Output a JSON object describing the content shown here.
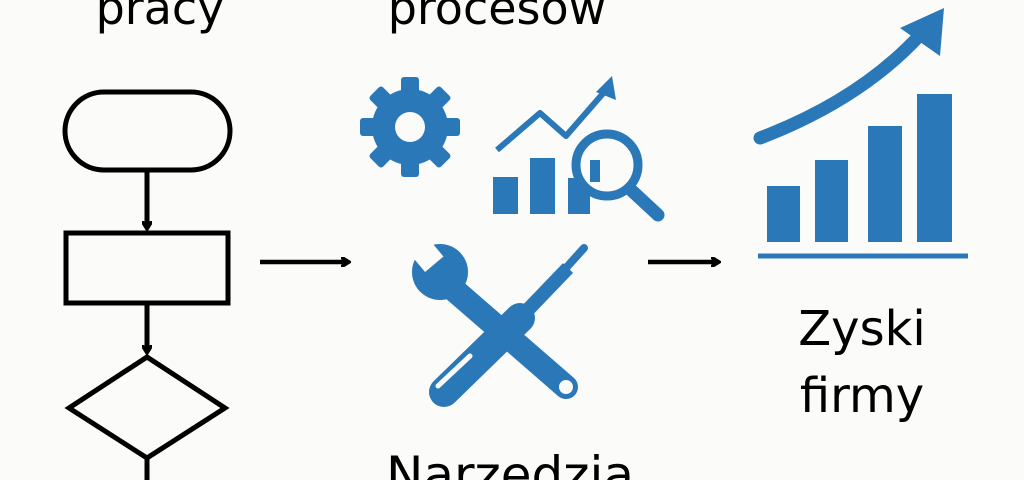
{
  "labels": {
    "workflow": "pracy",
    "processes": "procesów",
    "tools": "Narzędzia",
    "profits_line1": "Zyski",
    "profits_line2": "firmy"
  },
  "colors": {
    "accent": "#2b78b8",
    "ink": "#000000",
    "background": "#fbfbfa"
  }
}
